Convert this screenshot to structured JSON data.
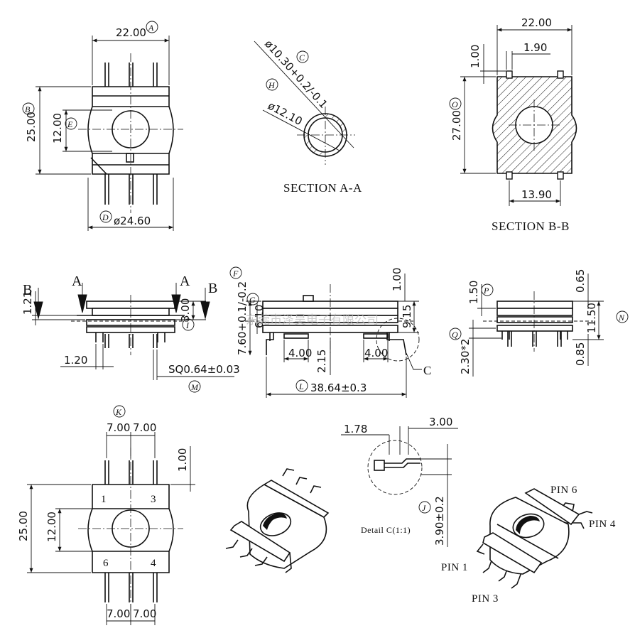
{
  "dims": {
    "top_width": "22.00",
    "top_height": "25.00",
    "top_inner_height": "12.00",
    "top_diameter": "ø24.60",
    "section_a_d1": "ø10.30+0.2/-0.1",
    "section_a_d2": "ø12.10",
    "b_width": "22.00",
    "b_t1": "1.00",
    "b_t2": "1.90",
    "b_height": "27.00",
    "b_bottom": "13.90",
    "side_h1": "1.21",
    "side_h2": "3.00",
    "side_pitch": "1.20",
    "side_pin": "SQ0.64±0.03",
    "front_h": "7.60+0.1/-0.2",
    "front_top": "1.00",
    "front_mid": "6.10",
    "front_right": "9.15",
    "front_w1": "4.00",
    "front_mid2": "2.15",
    "front_w2": "4.00",
    "front_len": "38.64±0.3",
    "right_p": "1.50",
    "right_top": "0.65",
    "right_h": "11.50",
    "right_q": "2.30*2",
    "right_bot": "0.85",
    "bot_p1": "7.00",
    "bot_p2": "7.00",
    "bot_p3": "7.00",
    "bot_p4": "7.00",
    "bot_top": "1.00",
    "bot_height": "25.00",
    "bot_inner": "12.00",
    "det_a": "1.78",
    "det_b": "3.00",
    "det_h": "3.90±0.2"
  },
  "balloons": {
    "a": "A",
    "b": "B",
    "c": "C",
    "d": "D",
    "e": "E",
    "f": "F",
    "g": "G",
    "h": "H",
    "i": "I",
    "j": "J",
    "k": "K",
    "l": "L",
    "m": "M",
    "n": "N",
    "o": "O",
    "p": "P",
    "q": "Q"
  },
  "captions": {
    "section_a": "SECTION A-A",
    "section_b": "SECTION B-B",
    "detail": "Detail C(1:1)",
    "detail_ref": "C"
  },
  "cut_labels": {
    "b_left": "B",
    "a_left": "A",
    "a_right": "A",
    "b_right": "B"
  },
  "pin_numbers": {
    "p1": "1",
    "p3": "3",
    "p6": "6",
    "p4": "4"
  },
  "pin_labels": {
    "pin6": "PIN 6",
    "pin4": "PIN 4",
    "pin1": "PIN 1",
    "pin3": "PIN 3"
  },
  "watermark": "东莞市泽昊电子有限公司"
}
